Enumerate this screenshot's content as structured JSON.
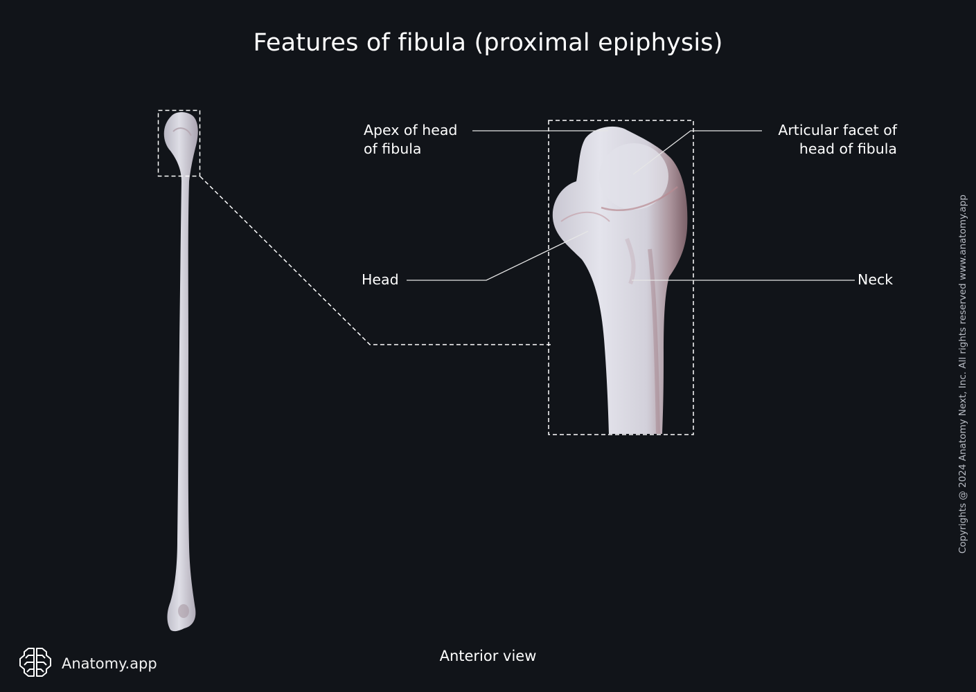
{
  "title": "Features of fibula (proximal epiphysis)",
  "view_caption": "Anterior view",
  "labels": {
    "apex": [
      "Apex of head",
      "of fibula"
    ],
    "articular_facet": [
      "Articular facet of",
      "head of fibula"
    ],
    "head": "Head",
    "neck": "Neck"
  },
  "copyright": "Copyrights @ 2024 Anatomy Next, Inc. All rights reserved www.anatomy.app",
  "brand": {
    "name": "Anatomy.app",
    "icon": "brain-icon"
  },
  "colors": {
    "background": "#111419",
    "bone": "#d9dae3",
    "bone_shadow": "#b7aab3",
    "leader_line": "#e6e6e6"
  }
}
